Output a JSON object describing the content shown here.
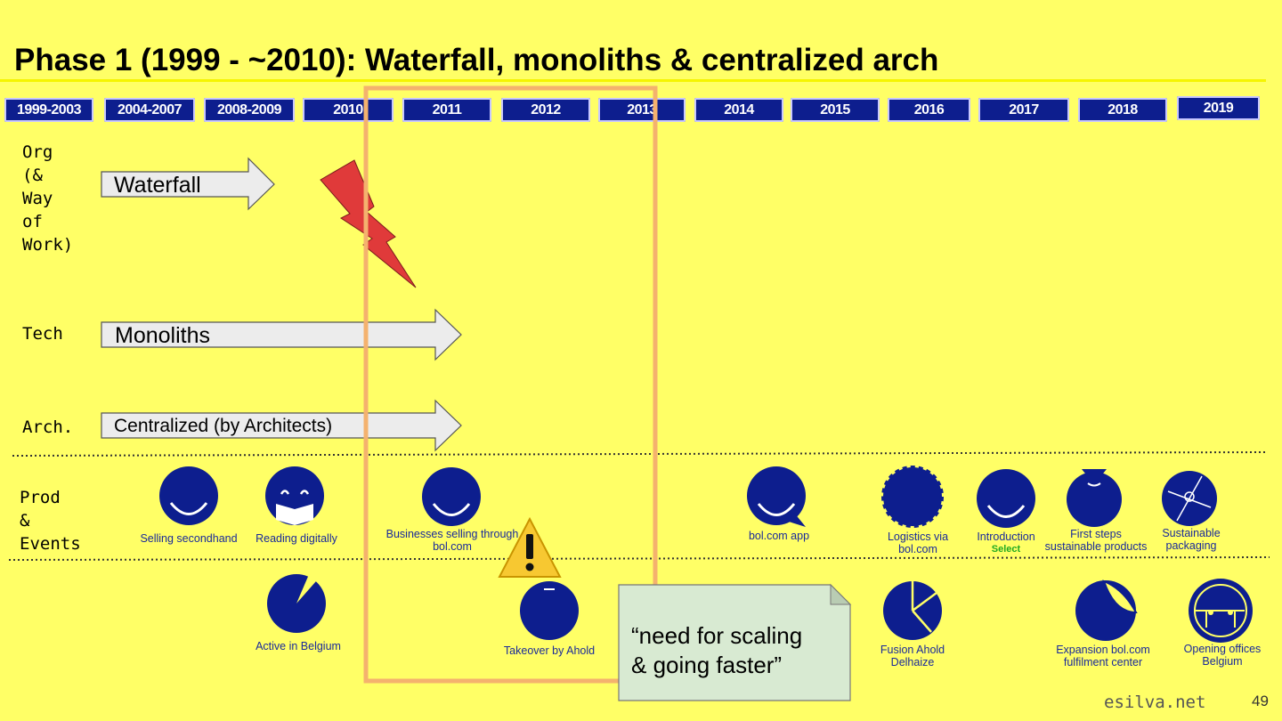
{
  "slide": {
    "title": "Phase 1 (1999 - ~2010): Waterfall, monoliths & centralized arch",
    "years": [
      "1999-2003",
      "2004-2007",
      "2008-2009",
      "2010",
      "2011",
      "2012",
      "2013",
      "2014",
      "2015",
      "2016",
      "2017",
      "2018",
      "2019"
    ],
    "rows": {
      "org": "Org\n(&\nWay\nof\nWork)",
      "tech": "Tech",
      "arch": "Arch.",
      "prod": "Prod\n&\nEvents"
    },
    "arrows": {
      "org": "Waterfall",
      "tech": "Monoliths",
      "arch": "Centralized (by Architects)"
    },
    "events_top": [
      "Selling secondhand",
      "Reading digitally",
      "Businesses selling through\nbol.com",
      "bol.com app",
      "Logistics via\nbol.com",
      "Introduction",
      "First steps\nsustainable products",
      "Sustainable\npackaging"
    ],
    "event_select_label": "Select",
    "events_bottom": [
      "Active in Belgium",
      "Takeover by Ahold",
      "Fusion Ahold\nDelhaize",
      "Expansion bol.com\nfulfilment center",
      "Opening offices\nBelgium"
    ],
    "note": "“need for scaling\n& going faster”",
    "footer": {
      "site": "esilva.net",
      "page": "49"
    },
    "colors": {
      "background": "#ffff66",
      "navy": "#0d1e8e",
      "highlight": "#f4b26e",
      "bolt": "#e03a3a",
      "note_bg": "#d8ead2"
    }
  }
}
